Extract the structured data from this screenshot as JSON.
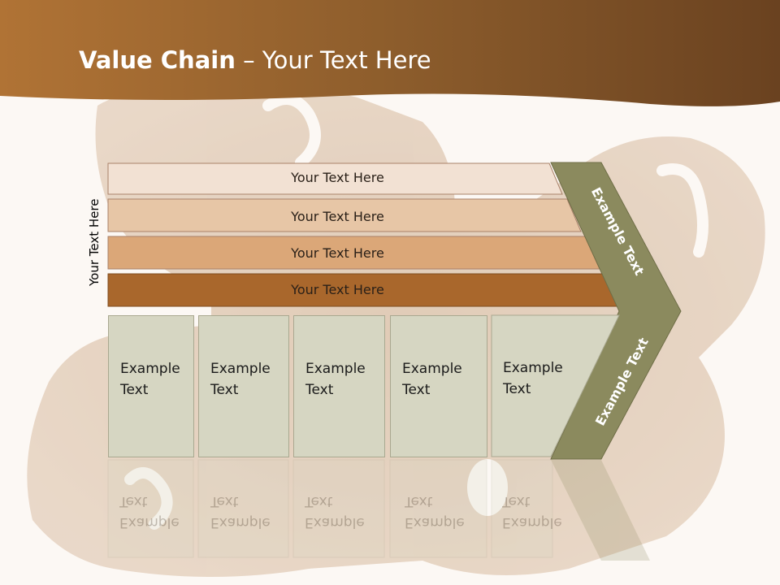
{
  "slide": {
    "title_bold": "Value Chain",
    "title_rest": " – Your Text Here",
    "vertical_label": "Your Text Here",
    "rows": [
      {
        "label": "Your Text Here",
        "color": "#f2e1d3"
      },
      {
        "label": "Your Text Here",
        "color": "#e7c6a6"
      },
      {
        "label": "Your Text Here",
        "color": "#dba778"
      },
      {
        "label": "Your Text Here",
        "color": "#a9672c"
      }
    ],
    "boxes": [
      {
        "line1": "Example",
        "line2": "Text"
      },
      {
        "line1": "Example",
        "line2": "Text"
      },
      {
        "line1": "Example",
        "line2": "Text"
      },
      {
        "line1": "Example",
        "line2": "Text"
      },
      {
        "line1": "Example",
        "line2": "Text"
      }
    ],
    "chevron_top": "Example Text",
    "chevron_bottom": "Example Text",
    "colors": {
      "header": "#8a5a28",
      "chevron": "#8b8a5e",
      "box": "#d6d6c2"
    }
  }
}
